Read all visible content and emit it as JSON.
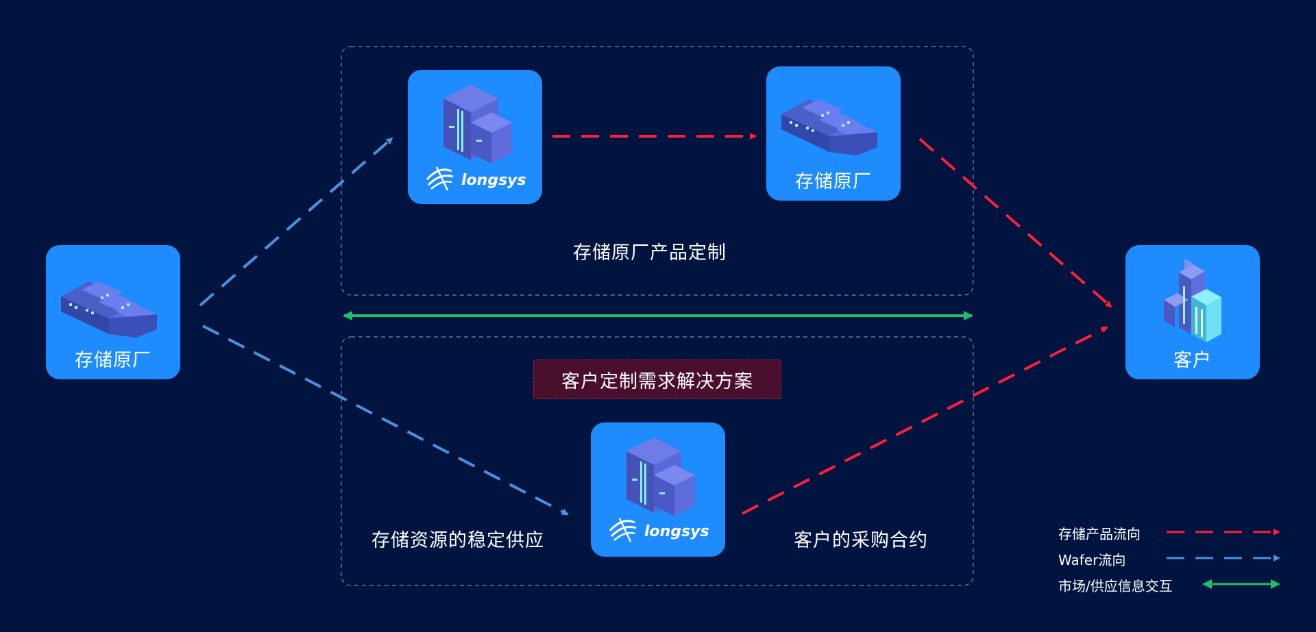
{
  "nodes": {
    "left_factory": "存储原厂",
    "top_factory": "存储原厂",
    "customer": "客户",
    "longsys_top_logo": "longsys",
    "longsys_bottom_logo": "longsys"
  },
  "captions": {
    "top_region": "存储原厂产品定制",
    "solution": "客户定制需求解决方案",
    "supply": "存储资源的稳定供应",
    "contract": "客户的采购合约"
  },
  "legend": {
    "product_flow": "存储产品流向",
    "wafer_flow": "Wafer流向",
    "info_exchange": "市场/供应信息交互"
  },
  "colors": {
    "background": "#011440",
    "node_fill": "#1e8cff",
    "product_flow": "#ff1f3a",
    "wafer_flow": "#4a92dc",
    "info_exchange": "#1fbf6a"
  }
}
